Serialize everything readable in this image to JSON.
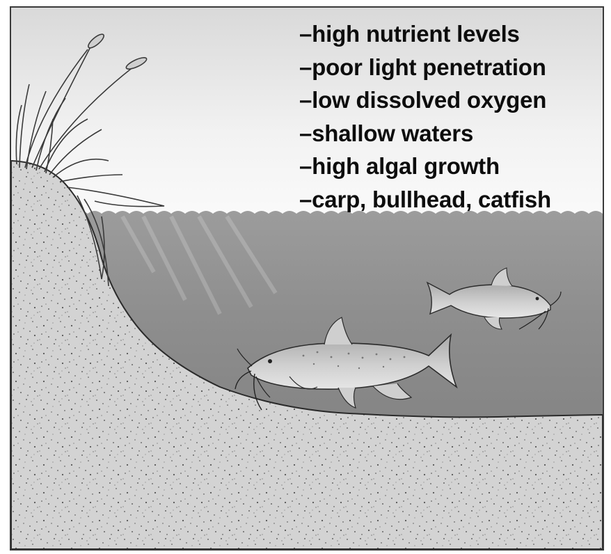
{
  "diagram": {
    "features": [
      "–high nutrient levels",
      "–poor light penetration",
      "–low dissolved oxygen",
      "–shallow waters",
      "–high algal growth",
      "–carp, bullhead, catfish"
    ]
  }
}
